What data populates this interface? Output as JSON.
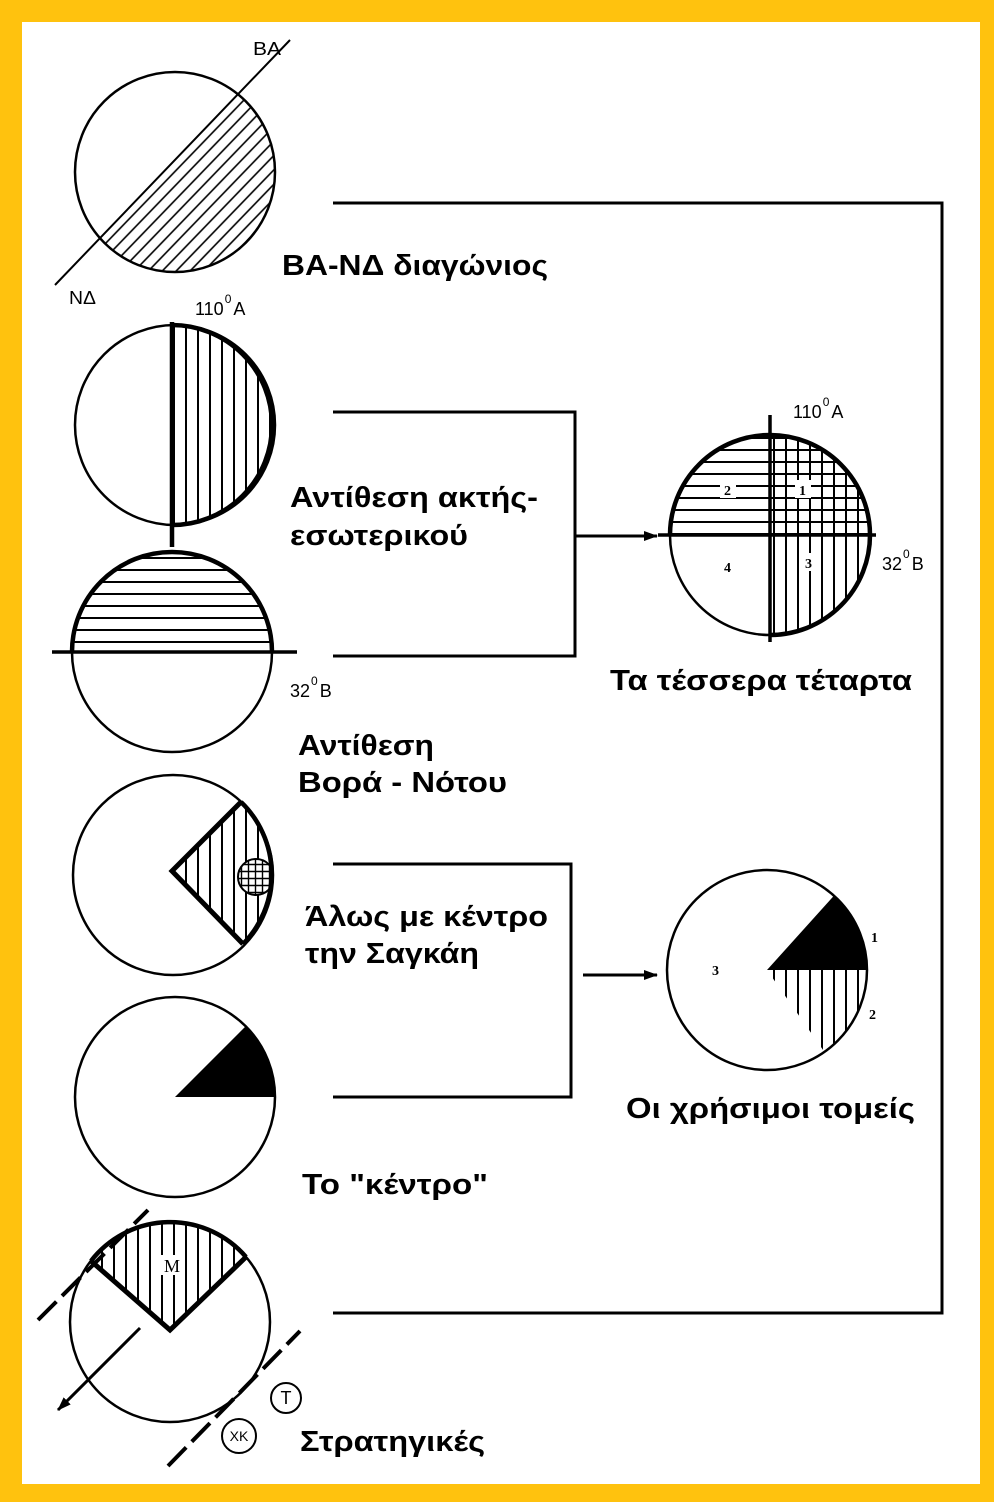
{
  "frame": {
    "border_color": "#FFC20E",
    "background_color": "#FFFFFF"
  },
  "diagonal": {
    "title": "ΒΑ-ΝΔ διαγώνιος",
    "ne_label": "ΒΑ",
    "sw_label": "ΝΔ"
  },
  "coast_interior": {
    "title_line1": "Αντίθεση ακτής-",
    "title_line2": "εσωτερικού",
    "meridian": {
      "value": "110",
      "degree": "0",
      "dir": "Α"
    }
  },
  "north_south": {
    "title_line1": "Αντίθεση",
    "title_line2": "Βορά - Νότου",
    "parallel": {
      "value": "32",
      "degree": "0",
      "dir": "Β"
    }
  },
  "quadrants": {
    "title": "Τα τέσσερα τέταρτα",
    "meridian": {
      "value": "110",
      "degree": "0",
      "dir": "Α"
    },
    "parallel": {
      "value": "32",
      "degree": "0",
      "dir": "Β"
    },
    "labels": [
      "1",
      "2",
      "3",
      "4"
    ]
  },
  "halo": {
    "title_line1": "Άλως με κέντρο",
    "title_line2": "την Σαγκάη"
  },
  "center": {
    "title": "Το \"κέντρο\""
  },
  "useful_sectors": {
    "title": "Οι χρήσιμοι τομείς",
    "labels": [
      "1",
      "2",
      "3"
    ]
  },
  "strategic": {
    "title": "Στρατηγικές",
    "zone_label": "Μ",
    "marker_t": "Τ",
    "marker_xk": "ΧΚ"
  }
}
